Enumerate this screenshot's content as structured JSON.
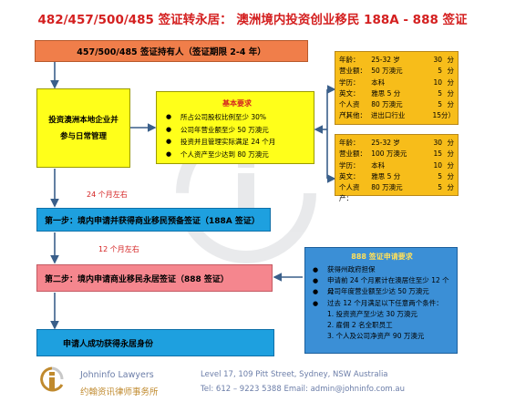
{
  "title": "482/457/500/485 签证转永居： 澳洲境内投资创业移民 188A  -  888 签证",
  "holder_box": "457/500/485 签证持有人（签证期限 2-4 年）",
  "invest_box": {
    "line1": "投资澳洲本地企业并",
    "line2": "参与日常管理"
  },
  "basic_requirements": {
    "title": "基本要求",
    "items": [
      "所占公司股权比例至少 30%",
      "公司年营业额至少 50 万澳元",
      "投资并且管理实际满足 24 个月",
      "个人资产至少达到 80 万澳元"
    ]
  },
  "score_table_1": [
    {
      "label": "年龄：",
      "value": "25-32 岁",
      "points": "30",
      "unit": "分"
    },
    {
      "label": "营业额：",
      "value": "50 万澳元",
      "points": "5",
      "unit": "分"
    },
    {
      "label": "学历：",
      "value": "本科",
      "points": "10",
      "unit": "分"
    },
    {
      "label": "英文：",
      "value": "雅思 5 分",
      "points": "5",
      "unit": "分"
    },
    {
      "label": "个人资产：",
      "value": "80 万澳元",
      "points": "5",
      "unit": "分"
    },
    {
      "label": "（其他：",
      "value": "进出口行业",
      "points": "15",
      "unit": "分）"
    }
  ],
  "score_table_2": [
    {
      "label": "年龄：",
      "value": "25-32 岁",
      "points": "30",
      "unit": "分"
    },
    {
      "label": "营业额：",
      "value": "100 万澳元",
      "points": "15",
      "unit": "分"
    },
    {
      "label": "学历：",
      "value": "本科",
      "points": "10",
      "unit": "分"
    },
    {
      "label": "英文：",
      "value": "雅思 5 分",
      "points": "5",
      "unit": "分"
    },
    {
      "label": "个人资产：",
      "value": "80 万澳元",
      "points": "5",
      "unit": "分"
    }
  ],
  "label_24_months": "24 个月左右",
  "step1": "第一步：境内申请并获得商业移民预备签证（188A 签证）",
  "label_12_months": "12 个月左右",
  "step2": "第二步：境内申请商业移民永居签证（888 签证）",
  "final_box": "申请人成功获得永居身份",
  "visa888_requirements": {
    "title": "888 签证申请要求",
    "items": [
      "获得州政府担保",
      "申请前 24 个月累计在澳居住至少 12 个月",
      "公司年度营业额至少达 50 万澳元",
      "过去 12 个月满足以下任意两个条件："
    ],
    "sub_items": [
      "1.   投资资产至少达 30 万澳元",
      "2.   雇佣 2 名全职员工",
      "3.   个人及公司净资产 90 万澳元"
    ]
  },
  "footer": {
    "firm_en": "Johninfo Lawyers",
    "firm_cn": "约翰资讯律师事务所",
    "address": "Level 17, 109 Pitt Street, Sydney, NSW Australia",
    "contact": "Tel: 612 – 9223 5388   Email: admin@johninfo.com.au"
  }
}
